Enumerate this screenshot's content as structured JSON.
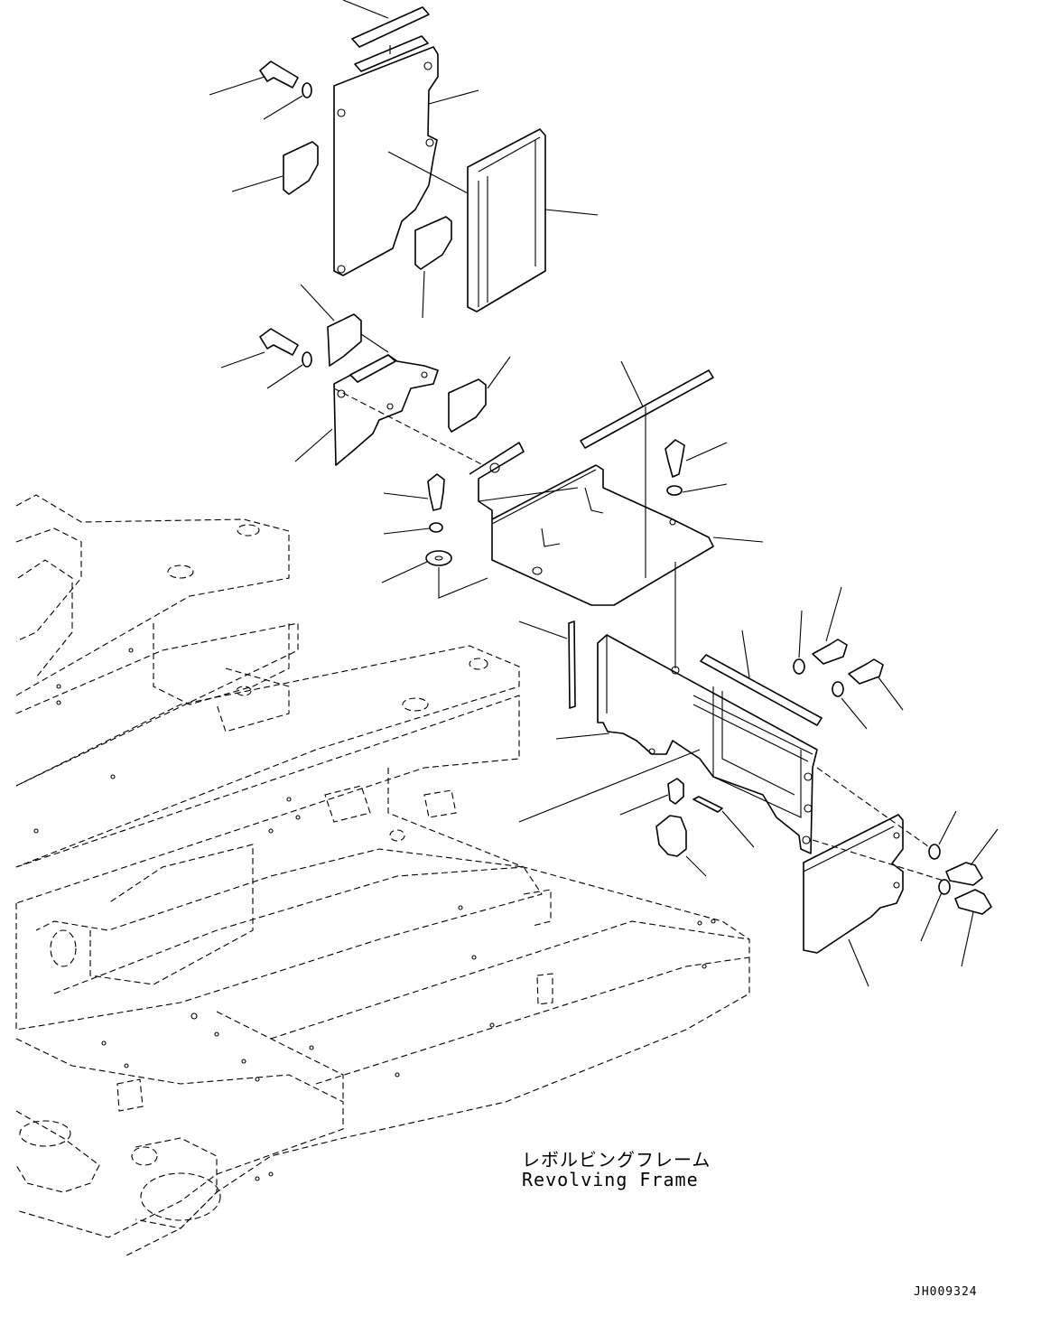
{
  "figure": {
    "label_ja": "レボルビングフレーム",
    "label_en": "Revolving Frame",
    "reference_code": "JH009324"
  },
  "icons": {
    "bolt": "bolt-icon",
    "washer": "washer-icon",
    "clamp": "clamp-icon"
  }
}
